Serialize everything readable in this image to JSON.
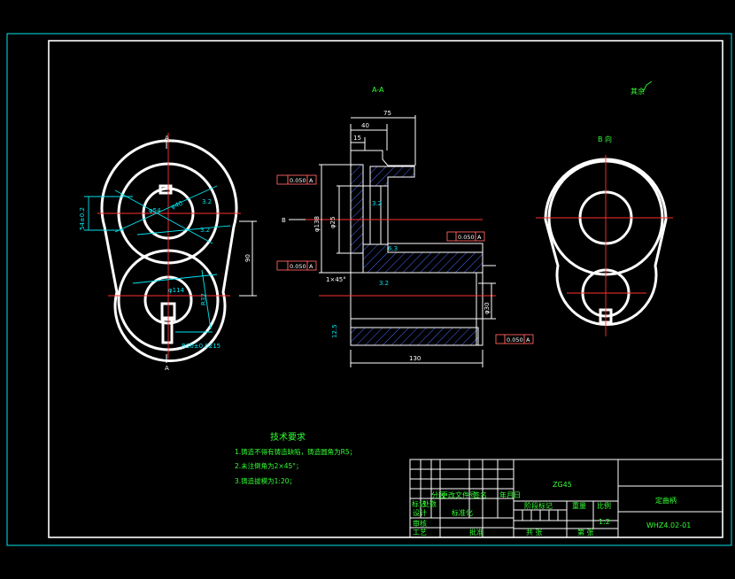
{
  "views": {
    "section_label": "A-A",
    "view_b_label": "B 向",
    "roughness_note": "其余",
    "left_cut_top": "A",
    "left_cut_bottom": "A",
    "arrow_b": "B"
  },
  "dimensions": {
    "d40": "40",
    "d75": "75",
    "d15": "15",
    "d130": "130",
    "d90": "90",
    "d54": "54±0.2",
    "phi54": "φ54",
    "phi40": "φ40",
    "phi114": "φ114",
    "r10": "R10±0.0215",
    "r32": "R32",
    "phi138": "φ138",
    "phi25": "φ25",
    "phi30": "φ30",
    "chamfer": "1×45°",
    "rough32a": "3.2",
    "rough32b": "3.2",
    "rough63": "6.3",
    "rough125": "12.5"
  },
  "tolerances": {
    "t1_val": "0.050",
    "t1_ref": "A",
    "t2_val": "0.050",
    "t2_ref": "A",
    "t3_val": "0.050",
    "t3_ref": "A",
    "t4_val": "0.050",
    "t4_ref": "A"
  },
  "requirements": {
    "title": "技术要求",
    "items": [
      "1.铸造不得有铸造缺陷，铸造圆角为R5；",
      "2.未注倒角为2×45°；",
      "3.铸造拔模为1:20；"
    ]
  },
  "title_block": {
    "material": "ZG45",
    "part_name": "定曲柄",
    "drawing_no": "WHZ4.02-01",
    "row_labels": [
      "标记",
      "处数",
      "分区",
      "更改文件号",
      "签名",
      "年月日"
    ],
    "designer_label": "设计",
    "standard_label": "标准化",
    "review_label": "审核",
    "process_label": "工艺",
    "approve_label": "批准",
    "stage_label": "阶段标记",
    "weight_label": "重量",
    "scale_label": "比例",
    "scale_value": "1:2",
    "sheet_total": "共 张",
    "sheet_no": "第 张"
  }
}
